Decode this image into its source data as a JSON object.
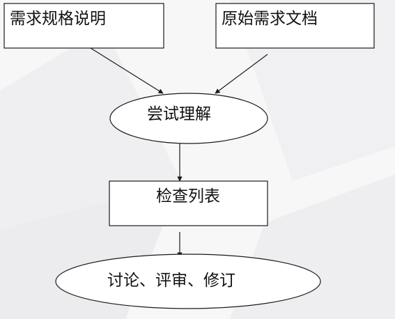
{
  "nodes": {
    "spec": {
      "label": "需求规格说明"
    },
    "source": {
      "label": "原始需求文档"
    },
    "try": {
      "label": "尝试理解"
    },
    "checklist": {
      "label": "检查列表"
    },
    "review": {
      "label": "讨论、评审、修订"
    }
  },
  "colors": {
    "background": "#f7f7f8",
    "background_shade": "#ebebed",
    "stroke": "#1a1a1a",
    "fill": "#ffffff"
  }
}
